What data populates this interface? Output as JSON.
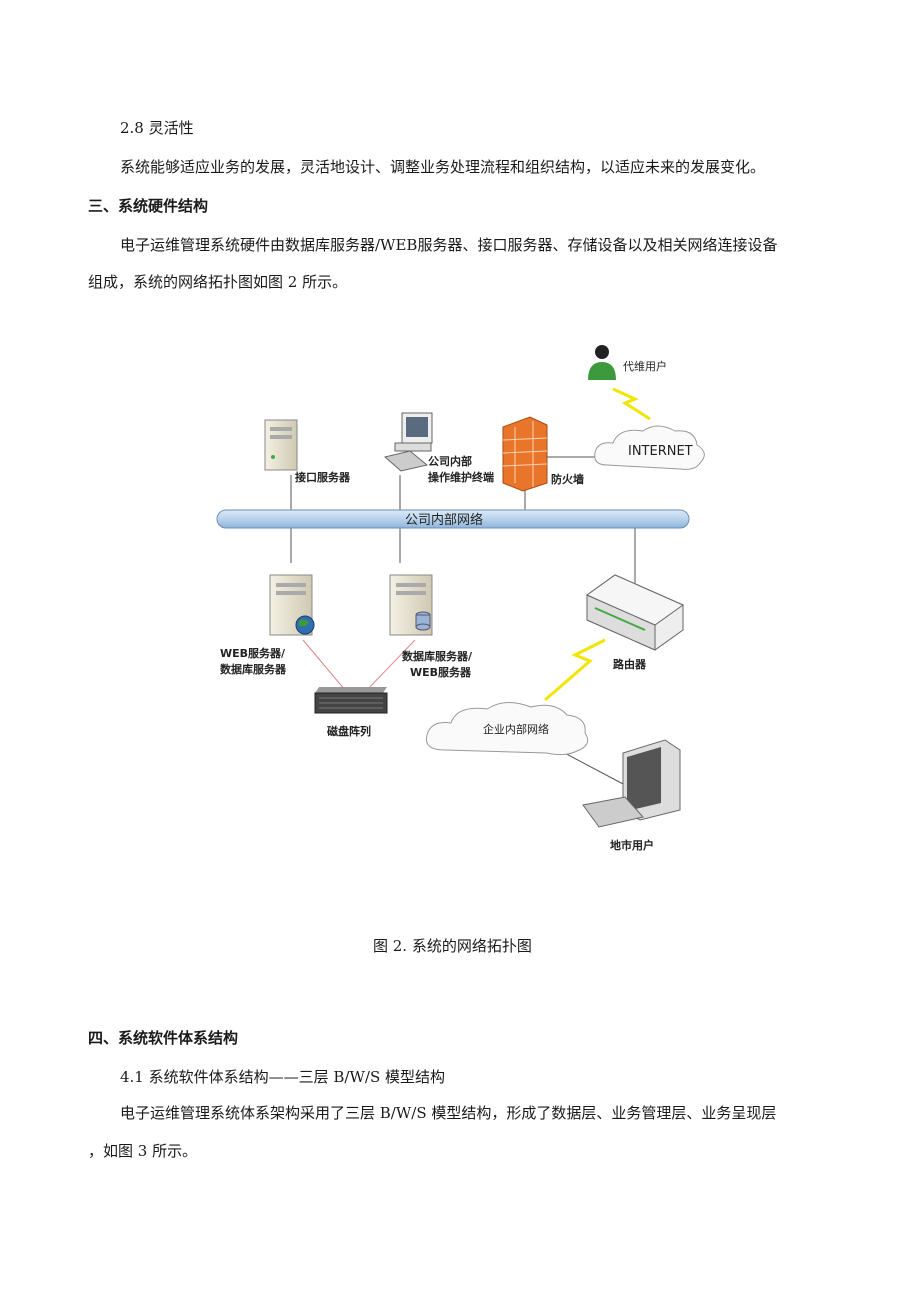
{
  "section_2_8": {
    "heading": "2.8  灵活性",
    "body": "系统能够适应业务的发展，灵活地设计、调整业务处理流程和组织结构，以适应未来的发展变化。"
  },
  "section_3": {
    "heading": "三、系统硬件结构",
    "para_line1": "电子运维管理系统硬件由数据库服务器/WEB服务器、接口服务器、存储设备以及相关网络连接设备",
    "para_line2": "组成，系统的网络拓扑图如图 2 所示。"
  },
  "diagram": {
    "proxy_user": "代维用户",
    "internet": "INTERNET",
    "interface_server": "接口服务器",
    "terminal_line1": "公司内部",
    "terminal_line2": "操作维护终端",
    "firewall": "防火墙",
    "company_network": "公司内部网络",
    "web_db_server_line1": "WEB服务器/",
    "web_db_server_line2": "数据库服务器",
    "db_web_server_line1": "数据库服务器/",
    "db_web_server_line2": "WEB服务器",
    "router": "路由器",
    "disk_array": "磁盘阵列",
    "enterprise_network": "企业内部网络",
    "city_user": "地市用户",
    "colors": {
      "bus_fill": "#b9d3ec",
      "firewall": "#e8752a",
      "user_green": "#3c9a3c",
      "lightning": "#f2e600"
    }
  },
  "figure_caption": "图 2.  系统的网络拓扑图",
  "section_4": {
    "heading": "四、系统软件体系结构",
    "subheading": "4.1 系统软件体系结构——三层 B/W/S 模型结构",
    "para_line1": "电子运维管理系统体系架构采用了三层 B/W/S 模型结构，形成了数据层、业务管理层、业务呈现层",
    "para_line2": "，如图 3 所示。"
  }
}
